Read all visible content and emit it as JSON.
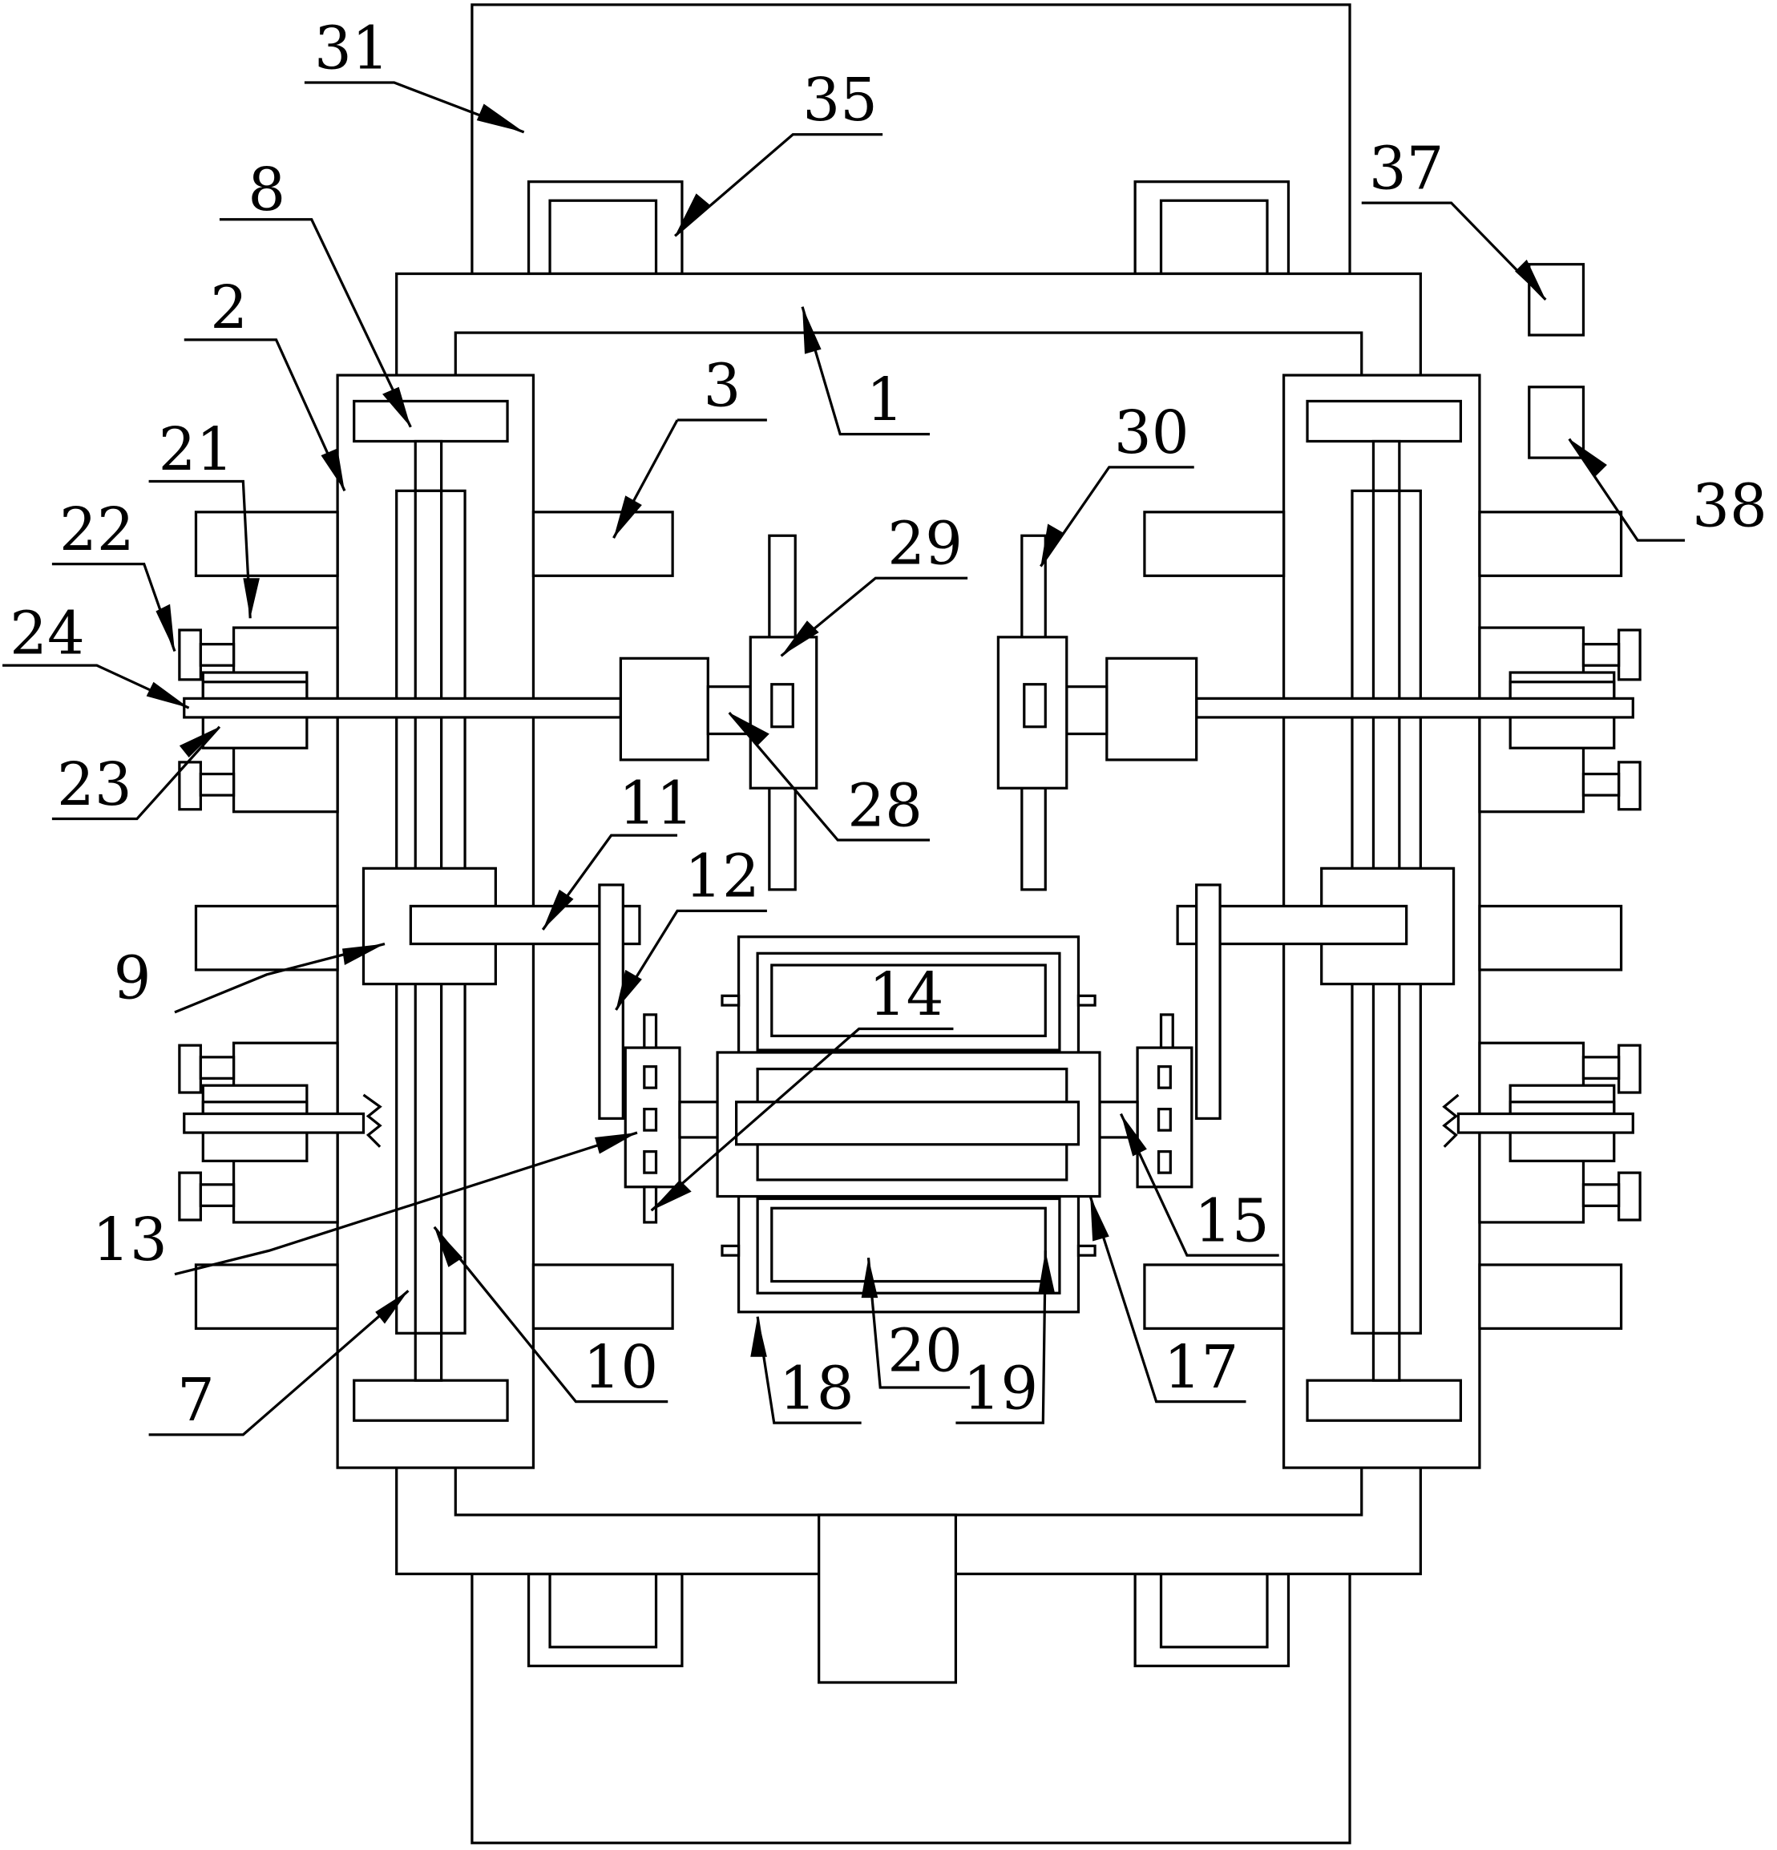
{
  "labels": {
    "l1": "1",
    "l2": "2",
    "l3": "3",
    "l7": "7",
    "l8": "8",
    "l9": "9",
    "l10": "10",
    "l11": "11",
    "l12": "12",
    "l13": "13",
    "l14": "14",
    "l15": "15",
    "l17": "17",
    "l18": "18",
    "l19": "19",
    "l20": "20",
    "l21": "21",
    "l22": "22",
    "l23": "23",
    "l24": "24",
    "l28": "28",
    "l29": "29",
    "l30": "30",
    "l31": "31",
    "l35": "35",
    "l37": "37",
    "l38": "38"
  },
  "colors": {
    "stroke": "#000000",
    "background": "#ffffff"
  }
}
